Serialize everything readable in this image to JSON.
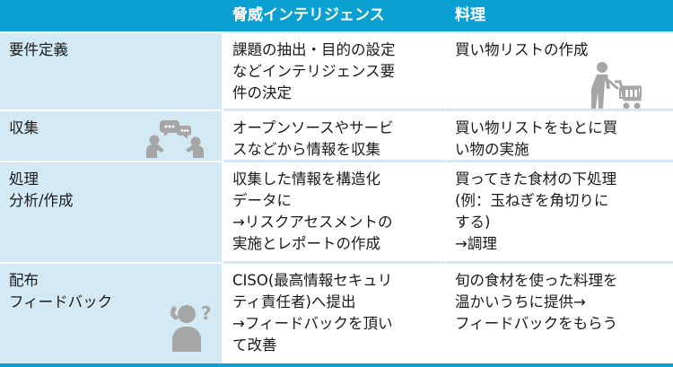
{
  "header": {
    "col1": "",
    "col2": "脅威インテリジェンス",
    "col3": "料理"
  },
  "rows": [
    {
      "stage": "要件定義",
      "threat": "課題の抽出・目的の設定\nなどインテリジェンス要\n件の決定",
      "cooking": "買い物リストの作成",
      "icon": "shopping-cart-person-icon"
    },
    {
      "stage": "収集",
      "threat": "オープンソースやサービ\nスなどから情報を収集",
      "cooking": "買い物リストをもとに買\nい物の実施",
      "icon": "conversation-people-icon"
    },
    {
      "stage": "処理\n分析/作成",
      "threat": "収集した情報を構造化\nデータに\n→リスクアセスメントの\n実施とレポートの作成",
      "cooking": "買ってきた食材の下処理\n(例：玉ねぎを角切りに\nする)\n→調理",
      "icon": ""
    },
    {
      "stage": "配布\nフィードバック",
      "threat": "CISO(最高情報セキュリ\nティ責任者)へ提出\n→フィードバックを頂い\nて改善",
      "cooking": "旬の食材を使った料理を\n温かいうちに提供→\nフィードバックをもらう",
      "icon": "thinking-person-icon"
    }
  ],
  "colors": {
    "header_bg": "#0aa0d2",
    "first_col_bg": "#d3eaf4",
    "icon_gray": "#a6a6a6"
  }
}
